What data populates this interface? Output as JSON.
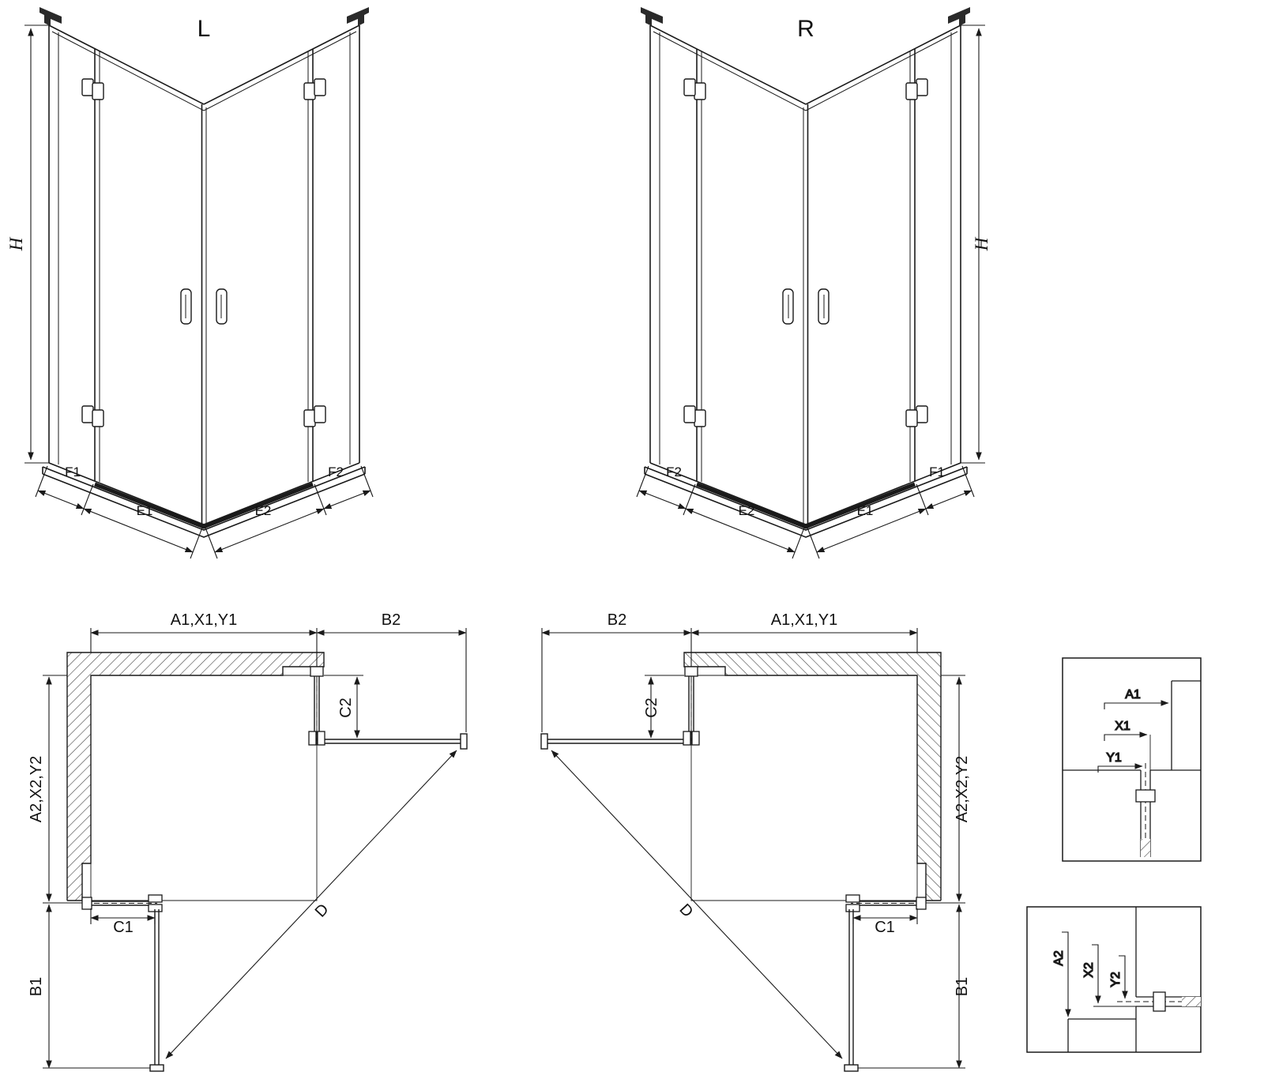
{
  "colors": {
    "line": "#1a1a1a",
    "background": "#ffffff"
  },
  "perspective_left": {
    "title": "L",
    "dim_h": "H",
    "dim_f1": "F1",
    "dim_e1": "E1",
    "dim_e2": "E2",
    "dim_f2": "F2"
  },
  "perspective_right": {
    "title": "R",
    "dim_h": "H",
    "dim_f1": "F1",
    "dim_e1": "E1",
    "dim_e2": "E2",
    "dim_f2": "F2"
  },
  "plan_left": {
    "dim_top": "A1,X1,Y1",
    "dim_b2": "B2",
    "dim_c2": "C2",
    "dim_side": "A2,X2,Y2",
    "dim_c1": "C1",
    "dim_b1": "B1",
    "dim_d": "D"
  },
  "plan_right": {
    "dim_top": "A1,X1,Y1",
    "dim_b2": "B2",
    "dim_c2": "C2",
    "dim_side": "A2,X2,Y2",
    "dim_c1": "C1",
    "dim_b1": "B1",
    "dim_d": "D"
  },
  "detail_top": {
    "dim_a1": "A1",
    "dim_x1": "X1",
    "dim_y1": "Y1"
  },
  "detail_bottom": {
    "dim_a2": "A2",
    "dim_x2": "X2",
    "dim_y2": "Y2"
  }
}
